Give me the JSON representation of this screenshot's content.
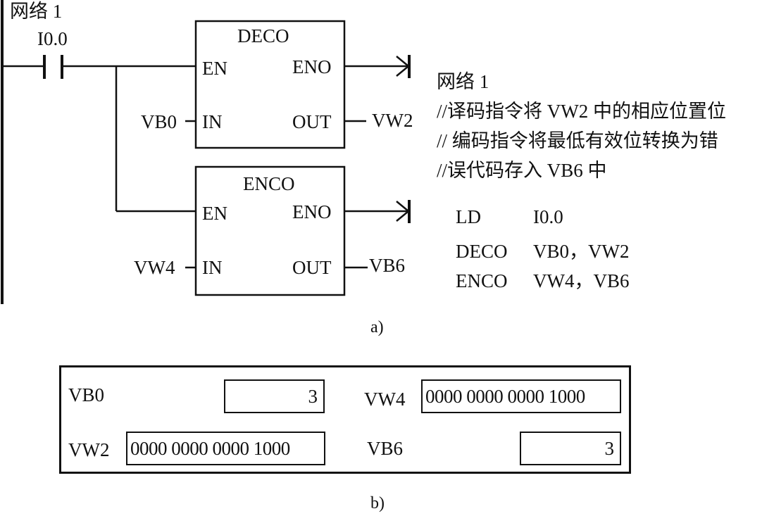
{
  "figure_a": {
    "network_label": "网络 1",
    "contact": {
      "address": "I0.0",
      "type": "normally-open"
    },
    "blocks": [
      {
        "name": "DECO",
        "en": "EN",
        "eno": "ENO",
        "in_pin": "IN",
        "out_pin": "OUT",
        "in_operand": "VB0",
        "out_operand": "VW2"
      },
      {
        "name": "ENCO",
        "en": "EN",
        "eno": "ENO",
        "in_pin": "IN",
        "out_pin": "OUT",
        "in_operand": "VW4",
        "out_operand": "VB6"
      }
    ],
    "il_listing": {
      "network_label": "网络 1",
      "comments": [
        "//译码指令将 VW2 中的相应位置位",
        "// 编码指令将最低有效位转换为错",
        "//误代码存入 VB6 中"
      ],
      "instructions": [
        {
          "op": "LD",
          "args": "I0.0"
        },
        {
          "op": "DECO",
          "args": "VB0，VW2"
        },
        {
          "op": "ENCO",
          "args": "VW4，VB6"
        }
      ]
    },
    "caption": "a)"
  },
  "figure_b": {
    "cells": [
      {
        "label": "VB0",
        "value": "3"
      },
      {
        "label": "VW4",
        "value": "0000 0000 0000 1000"
      },
      {
        "label": "VW2",
        "value": "0000 0000 0000 1000"
      },
      {
        "label": "VB6",
        "value": "3"
      }
    ],
    "caption": "b)"
  }
}
